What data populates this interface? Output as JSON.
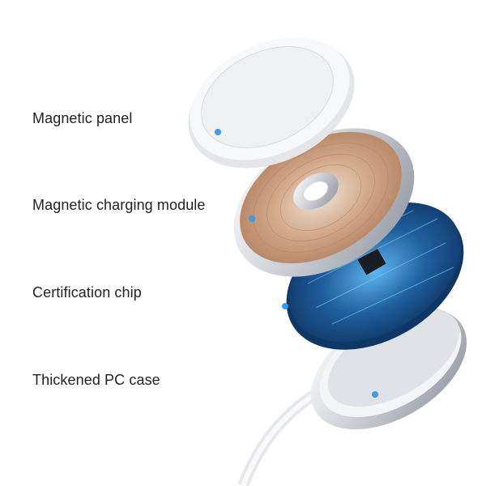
{
  "callouts": [
    {
      "label": "Magnetic panel"
    },
    {
      "label": "Magnetic charging module"
    },
    {
      "label": "Certification chip"
    },
    {
      "label": "Thickened PC case"
    }
  ],
  "colors": {
    "dot": "#3b9be6",
    "line_start": "#8a7fa8",
    "line_end": "#a9d0ee",
    "coil": "#c89a78",
    "pcb": "#1f5f9e"
  }
}
